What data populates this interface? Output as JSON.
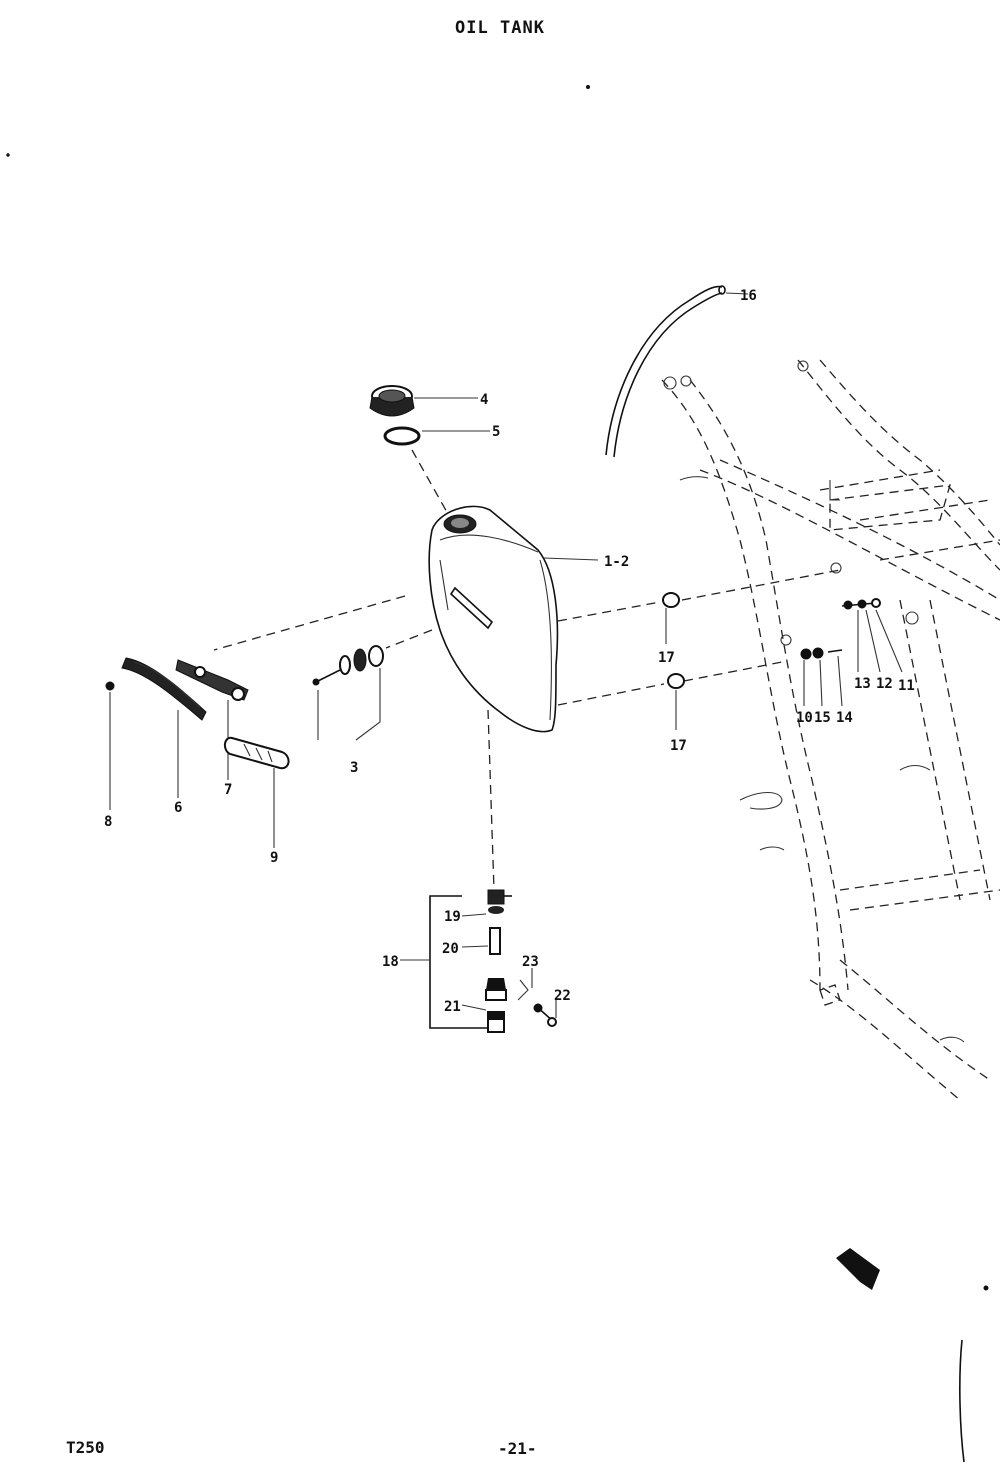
{
  "header": {
    "title": "OIL TANK"
  },
  "footer": {
    "model": "T250",
    "page": "-21-"
  },
  "labels": [
    {
      "id": "p1",
      "text": "1-2"
    },
    {
      "id": "p3",
      "text": "3"
    },
    {
      "id": "p4",
      "text": "4"
    },
    {
      "id": "p5",
      "text": "5"
    },
    {
      "id": "p6",
      "text": "6"
    },
    {
      "id": "p7",
      "text": "7"
    },
    {
      "id": "p8",
      "text": "8"
    },
    {
      "id": "p9",
      "text": "9"
    },
    {
      "id": "p10",
      "text": "10"
    },
    {
      "id": "p11",
      "text": "11"
    },
    {
      "id": "p12",
      "text": "12"
    },
    {
      "id": "p13",
      "text": "13"
    },
    {
      "id": "p14",
      "text": "14"
    },
    {
      "id": "p15",
      "text": "15"
    },
    {
      "id": "p16",
      "text": "16"
    },
    {
      "id": "p17a",
      "text": "17"
    },
    {
      "id": "p17b",
      "text": "17"
    },
    {
      "id": "p18",
      "text": "18"
    },
    {
      "id": "p19",
      "text": "19"
    },
    {
      "id": "p20",
      "text": "20"
    },
    {
      "id": "p21",
      "text": "21"
    },
    {
      "id": "p22",
      "text": "22"
    },
    {
      "id": "p23",
      "text": "23"
    }
  ]
}
